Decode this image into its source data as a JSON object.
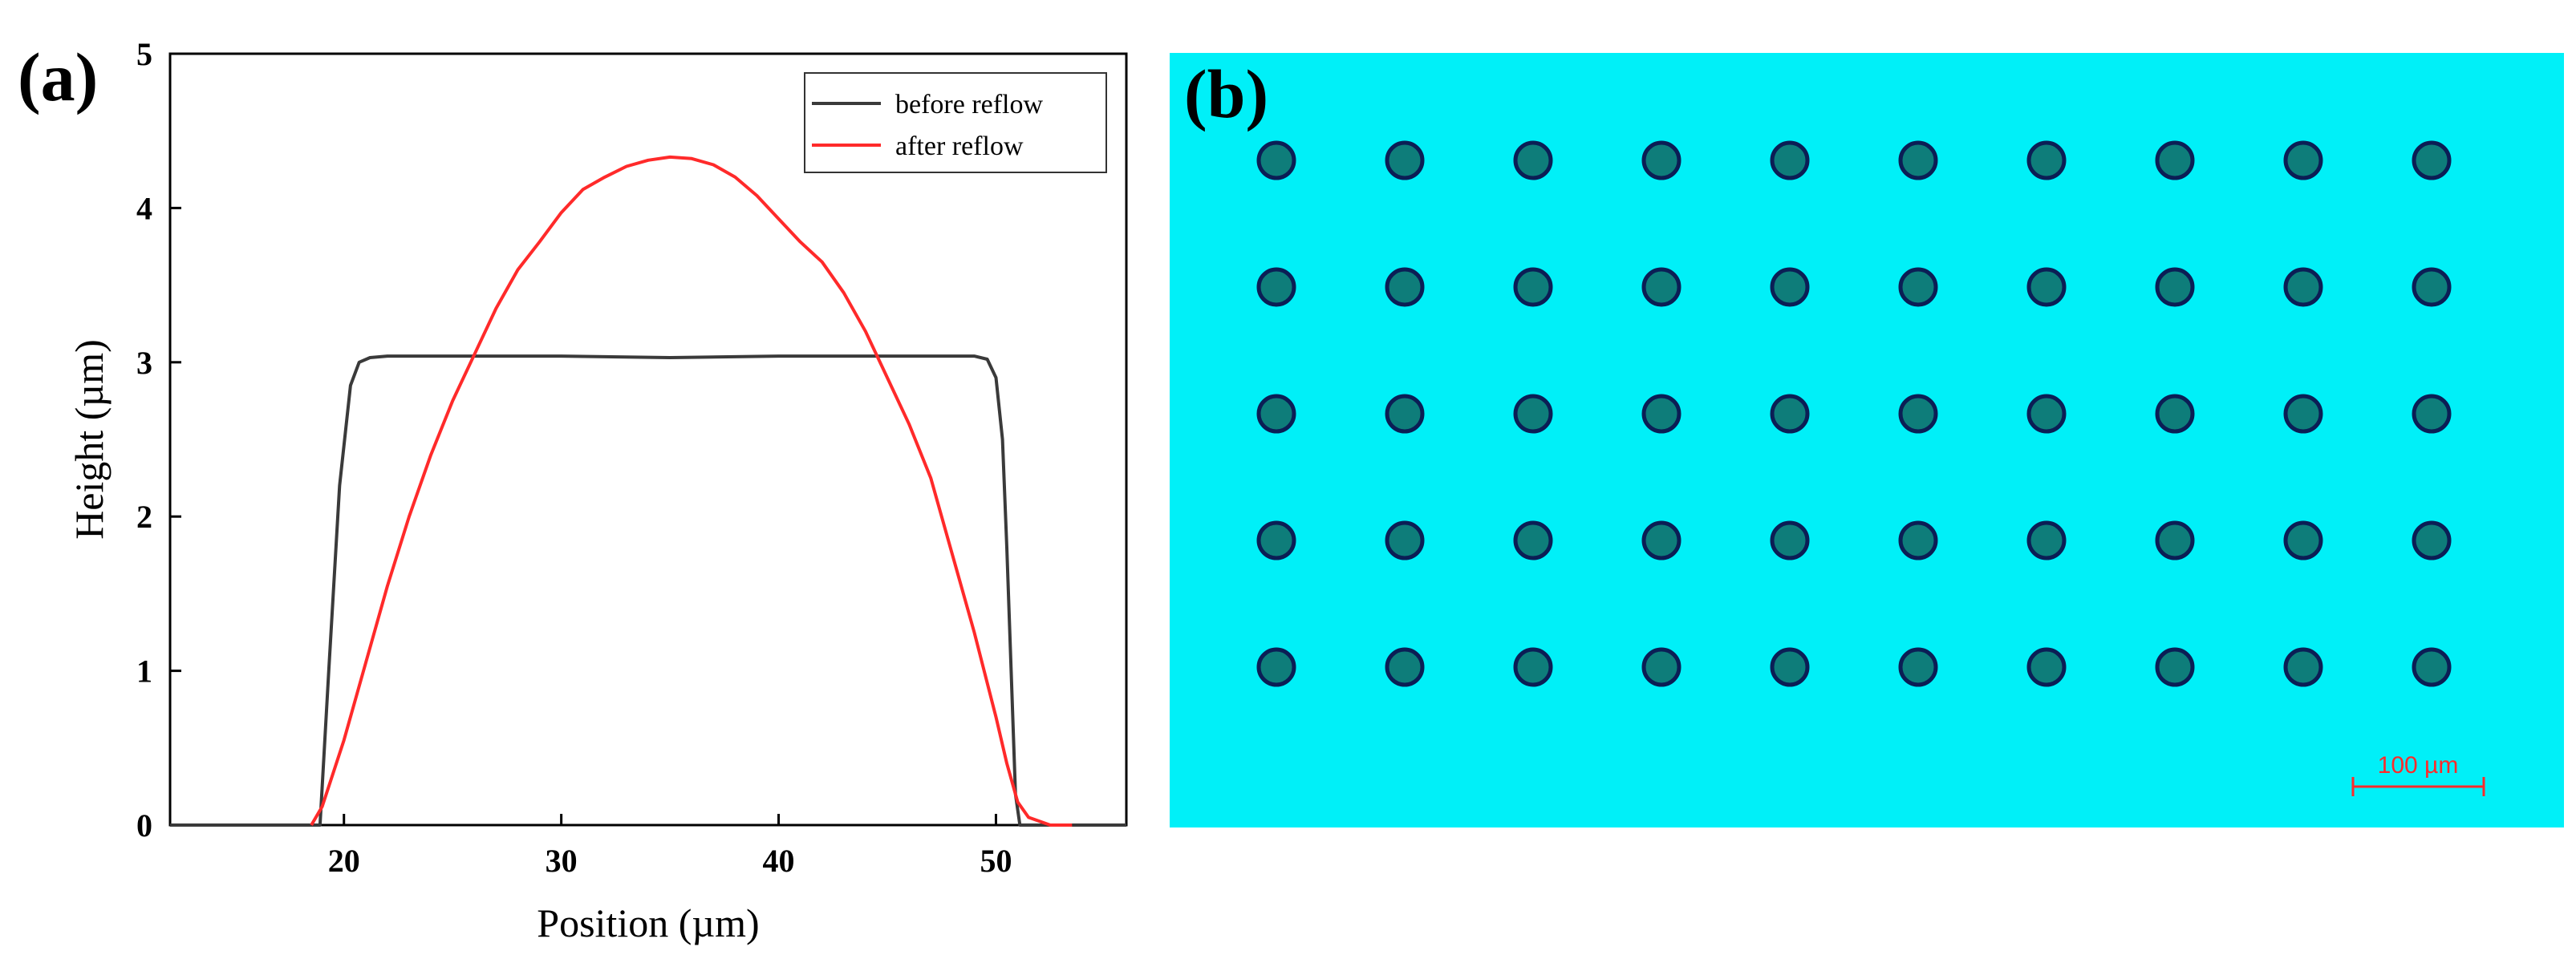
{
  "panel_a": {
    "label": "(a)"
  },
  "panel_b": {
    "label": "(b)",
    "background_color": "#00f0f8",
    "dot_fill": "#0e7d7a",
    "dot_ring": "#0b1e55",
    "grid": {
      "rows": 5,
      "cols": 10
    },
    "scale_bar": {
      "label": "100 µm",
      "color": "#ff2a2a"
    }
  },
  "chart_data": {
    "type": "line",
    "xlabel": "Position (µm)",
    "ylabel": "Height (µm)",
    "xlim": [
      12,
      56
    ],
    "ylim": [
      0,
      5
    ],
    "xticks": [
      20,
      30,
      40,
      50
    ],
    "yticks": [
      0,
      1,
      2,
      3,
      4,
      5
    ],
    "legend_position": "top-right",
    "grid": false,
    "series": [
      {
        "name": "before reflow",
        "color": "#3a3a3a",
        "x": [
          12,
          18.9,
          19.3,
          19.8,
          20.3,
          20.7,
          21.2,
          22,
          25,
          30,
          35,
          40,
          45,
          49,
          49.6,
          50.0,
          50.3,
          50.5,
          50.7,
          50.9,
          51.1,
          56
        ],
        "y": [
          0,
          0,
          1.0,
          2.2,
          2.85,
          3.0,
          3.03,
          3.04,
          3.04,
          3.04,
          3.03,
          3.04,
          3.04,
          3.04,
          3.02,
          2.9,
          2.5,
          1.8,
          1.0,
          0.2,
          0,
          0
        ]
      },
      {
        "name": "after reflow",
        "color": "#ff2a2a",
        "x": [
          18.5,
          19.0,
          20,
          21,
          22,
          23,
          24,
          25,
          26,
          27,
          28,
          29,
          30,
          31,
          32,
          33,
          34,
          35,
          36,
          37,
          38,
          39,
          40,
          41,
          42,
          43,
          44,
          45,
          46,
          47,
          48,
          49,
          50,
          50.5,
          51.0,
          51.5,
          52.5,
          53.5
        ],
        "y": [
          0,
          0.12,
          0.55,
          1.05,
          1.55,
          2.0,
          2.4,
          2.75,
          3.05,
          3.35,
          3.6,
          3.78,
          3.97,
          4.12,
          4.2,
          4.27,
          4.31,
          4.33,
          4.32,
          4.28,
          4.2,
          4.08,
          3.93,
          3.78,
          3.65,
          3.45,
          3.2,
          2.9,
          2.6,
          2.25,
          1.75,
          1.25,
          0.7,
          0.4,
          0.15,
          0.05,
          0,
          0
        ]
      }
    ]
  }
}
